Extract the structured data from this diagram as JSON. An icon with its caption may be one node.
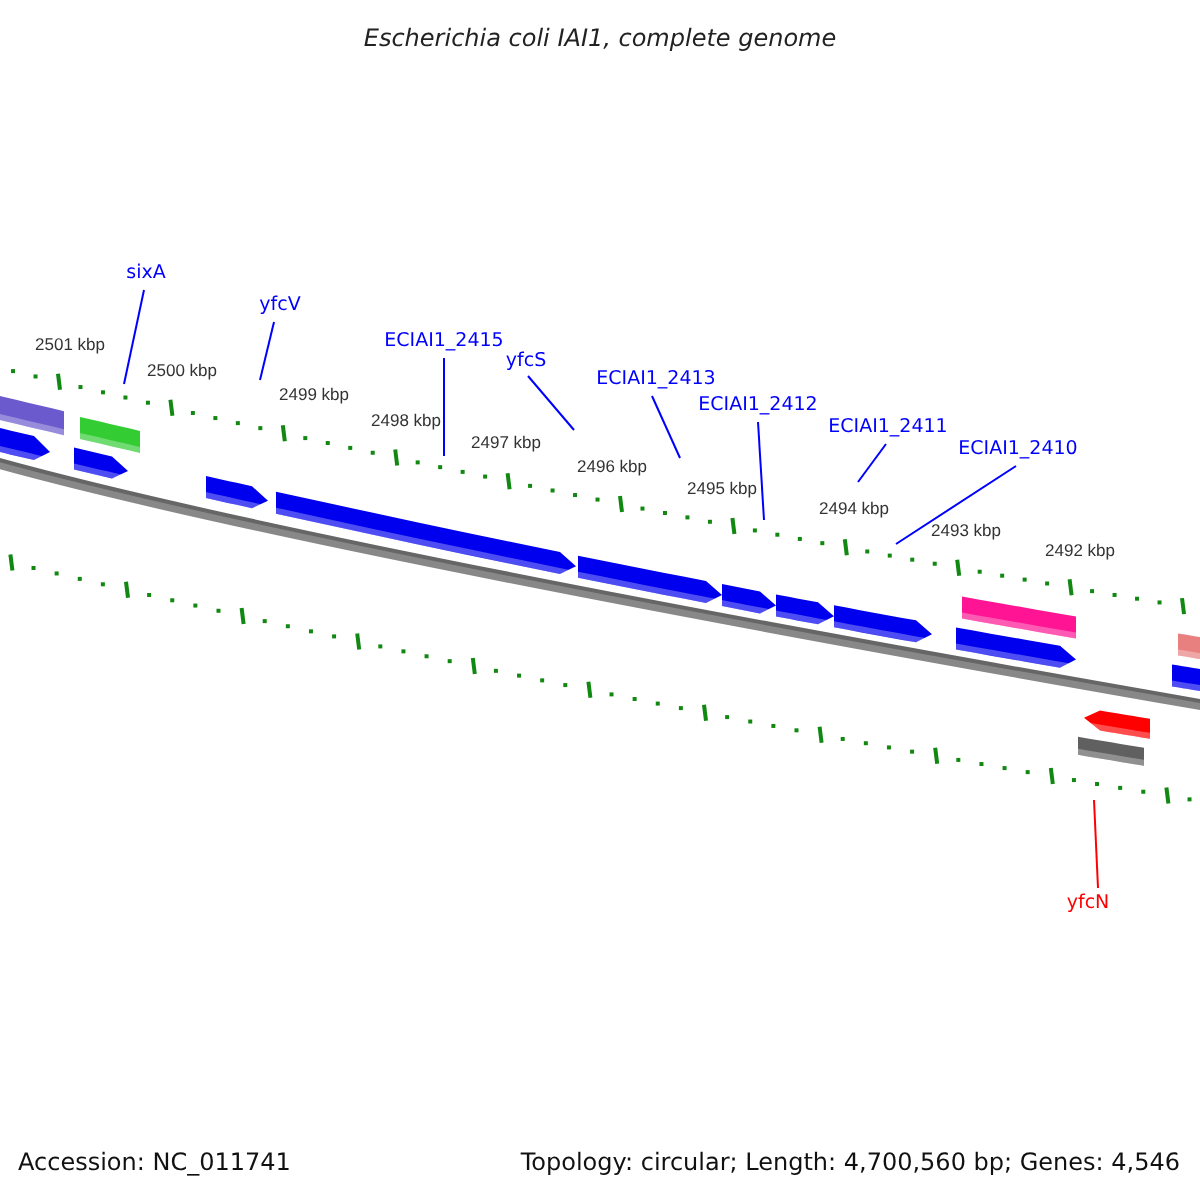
{
  "diagram": {
    "title": "Escherichia coli IAI1, complete genome",
    "nodes": [
      {
        "text": [
          "sixA"
        ]
      },
      {
        "text": [
          "yfcV"
        ]
      },
      {
        "text": [
          "ECIAI1_2415"
        ]
      },
      {
        "text": [
          "yfcS"
        ]
      },
      {
        "text": [
          "ECIAI1_2413"
        ]
      },
      {
        "text": [
          "ECIAI1_2412"
        ]
      },
      {
        "text": [
          "ECIAI1_2411"
        ]
      },
      {
        "text": [
          "ECIAI1_2410"
        ]
      },
      {
        "text": [
          "yfcN"
        ]
      }
    ],
    "edges": [
      {
        "from": 0,
        "to": null,
        "arrow": "none"
      },
      {
        "from": 1,
        "to": null,
        "arrow": "none"
      },
      {
        "from": 2,
        "to": null,
        "arrow": "none"
      },
      {
        "from": 3,
        "to": null,
        "arrow": "none"
      },
      {
        "from": 4,
        "to": null,
        "arrow": "none"
      },
      {
        "from": 5,
        "to": null,
        "arrow": "none"
      },
      {
        "from": 6,
        "to": null,
        "arrow": "none"
      },
      {
        "from": 7,
        "to": null,
        "arrow": "none"
      },
      {
        "from": 8,
        "to": null,
        "arrow": "none",
        "color": "#ff0000"
      }
    ],
    "labels": [
      "2501 kbp",
      "2500 kbp",
      "2499 kbp",
      "2498 kbp",
      "2497 kbp",
      "2496 kbp",
      "2495 kbp",
      "2494 kbp",
      "2493 kbp",
      "2492 kbp",
      "Accession: NC_011741",
      "Topology: circular; Length: 4,700,560 bp; Genes: 4,546"
    ]
  }
}
